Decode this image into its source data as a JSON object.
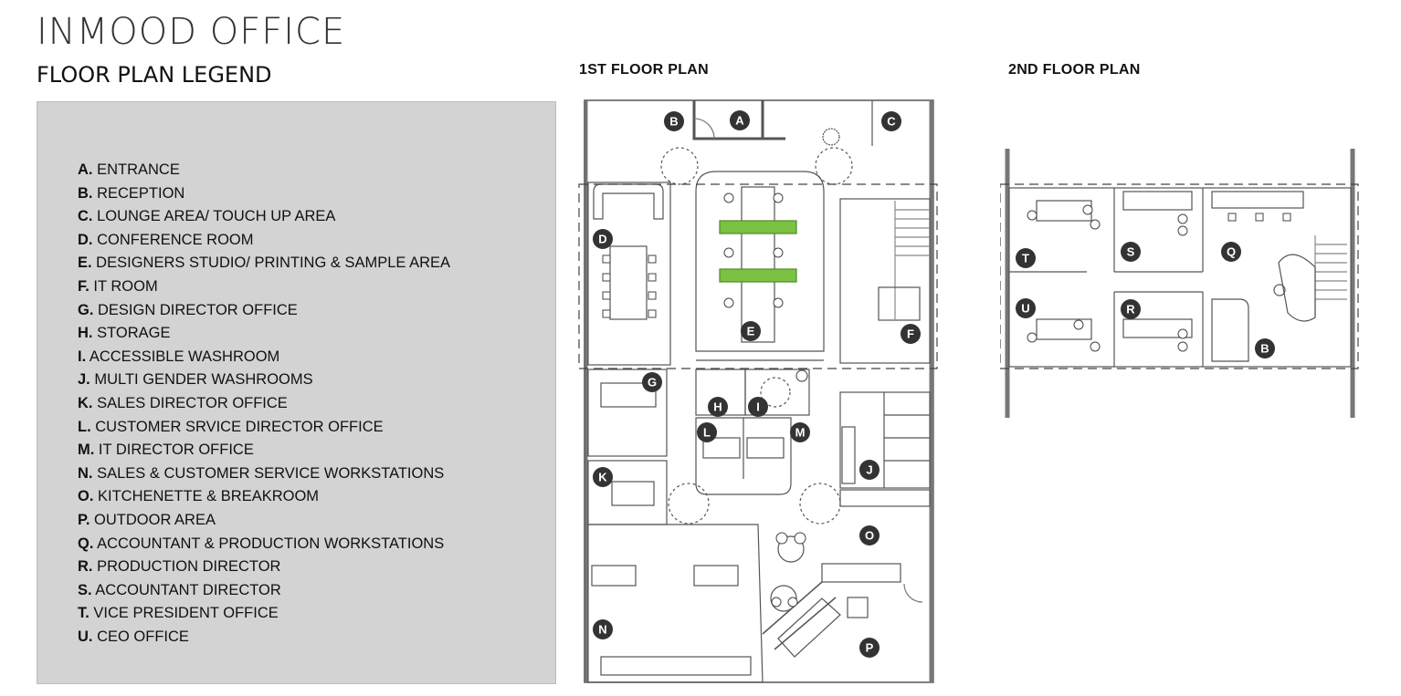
{
  "header": {
    "title": "INMOOD OFFICE",
    "legend_heading": "FLOOR PLAN LEGEND"
  },
  "legend": [
    {
      "code": "A.",
      "label": "ENTRANCE"
    },
    {
      "code": "B.",
      "label": "RECEPTION"
    },
    {
      "code": "C.",
      "label": "LOUNGE AREA/ TOUCH UP AREA"
    },
    {
      "code": "D.",
      "label": "CONFERENCE ROOM"
    },
    {
      "code": "E.",
      "label": "DESIGNERS STUDIO/ PRINTING & SAMPLE AREA"
    },
    {
      "code": "F.",
      "label": "IT ROOM"
    },
    {
      "code": "G.",
      "label": "DESIGN DIRECTOR OFFICE"
    },
    {
      "code": "H.",
      "label": "STORAGE"
    },
    {
      "code": "I.",
      "label": "ACCESSIBLE WASHROOM"
    },
    {
      "code": "J.",
      "label": "MULTI GENDER WASHROOMS"
    },
    {
      "code": "K.",
      "label": "SALES DIRECTOR OFFICE"
    },
    {
      "code": "L.",
      "label": "CUSTOMER SRVICE DIRECTOR OFFICE"
    },
    {
      "code": "M.",
      "label": "IT DIRECTOR OFFICE"
    },
    {
      "code": "N.",
      "label": "SALES & CUSTOMER SERVICE WORKSTATIONS"
    },
    {
      "code": "O.",
      "label": "KITCHENETTE & BREAKROOM"
    },
    {
      "code": "P.",
      "label": "OUTDOOR AREA"
    },
    {
      "code": "Q.",
      "label": "ACCOUNTANT & PRODUCTION WORKSTATIONS"
    },
    {
      "code": "R.",
      "label": "PRODUCTION DIRECTOR"
    },
    {
      "code": "S.",
      "label": "ACCOUNTANT DIRECTOR"
    },
    {
      "code": "T.",
      "label": "VICE PRESIDENT OFFICE"
    },
    {
      "code": "U.",
      "label": "CEO OFFICE"
    }
  ],
  "plans": {
    "floor1_label": "1ST FLOOR PLAN",
    "floor2_label": "2ND FLOOR PLAN",
    "floor1_markers": [
      "A",
      "B",
      "C",
      "D",
      "E",
      "F",
      "G",
      "H",
      "I",
      "J",
      "K",
      "L",
      "M",
      "N",
      "O",
      "P"
    ],
    "floor2_markers": [
      "T",
      "S",
      "Q",
      "U",
      "R",
      "B"
    ]
  },
  "colors": {
    "legend_bg": "#d3d3d3",
    "marker_fill": "#333333",
    "wall": "#555555",
    "planter": "#7cc242"
  }
}
